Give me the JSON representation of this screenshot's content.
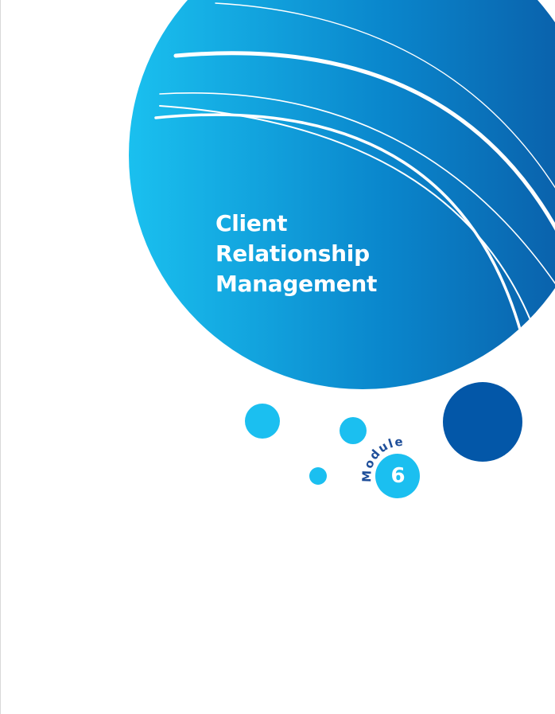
{
  "cover": {
    "title_lines": [
      "Client",
      "Relationship",
      "Management"
    ],
    "module_label": "Module",
    "module_number": "6"
  },
  "colors": {
    "gradient_start": "#1ac0ef",
    "gradient_end": "#0a5aa5",
    "light_bubble": "#1bbff0",
    "dark_bubble": "#0357a8",
    "module_text": "#1f4f9a",
    "title_text": "#ffffff"
  }
}
